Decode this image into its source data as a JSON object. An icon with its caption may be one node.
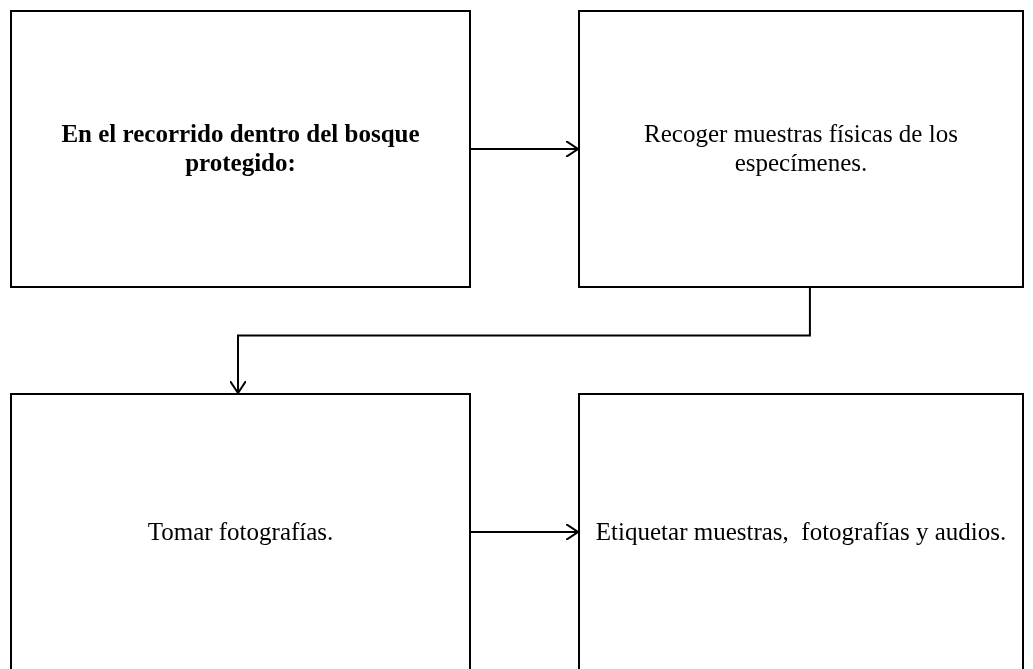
{
  "diagram": {
    "nodes": [
      {
        "text": [
          "En el recorrido dentro del bosque protegido:"
        ]
      },
      {
        "text": [
          "Recoger muestras físicas de los especímenes."
        ]
      },
      {
        "text": [
          "Tomar fotografías."
        ]
      },
      {
        "text": [
          "Etiquetar muestras,  fotografías y audios."
        ]
      }
    ],
    "edges": [
      {
        "from": 0,
        "to": 1,
        "arrow": "to"
      },
      {
        "from": 1,
        "to": 2,
        "arrow": "to"
      },
      {
        "from": 2,
        "to": 3,
        "arrow": "to"
      }
    ]
  }
}
